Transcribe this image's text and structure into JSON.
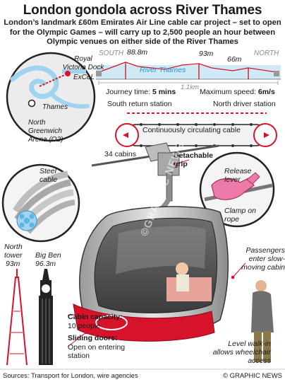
{
  "title": "London gondola across River Thames",
  "subtitle": "London’s landmark £60m Emirates Air Line cable car project – set to open for the Olympic Games – will carry up to 2,500 people an hour between Olympic venues on either side of the River Thames",
  "profile": {
    "south": "SOUTH",
    "north": "NORTH",
    "height_south": "88.8m",
    "height_mid": "93m",
    "height_north": "66m",
    "river": "River Thames",
    "length": "1.1km"
  },
  "map": {
    "dock": "Royal Victoria Dock",
    "excel": "ExCeL",
    "thames": "Thames",
    "arena": "North Greenwich Arena (O2)"
  },
  "stats": {
    "journey_label": "Journey time:",
    "journey_value": "5 mins",
    "speed_label": "Maximum speed:",
    "speed_value": "6m/s"
  },
  "stations": {
    "south": "South return station",
    "north": "North driver station",
    "cable": "Continuously circulating cable",
    "cabins": "34 cabins"
  },
  "labels": {
    "grip": "Detachable grip",
    "steel": "Steel cable",
    "release": "Release lever",
    "clamp": "Clamp on rope",
    "tower_name": "North tower",
    "tower_height": "93m",
    "bigben_name": "Big Ben",
    "bigben_height": "96.3m",
    "passengers": "Passengers enter slow-moving cabin",
    "capacity_label": "Cabin capacity:",
    "capacity_value": "10 people",
    "doors_label": "Sliding doors:",
    "doors_value": "Open on entering station",
    "walkin": "Level walk-in allows wheelchair access"
  },
  "watermark": "©GRAPHIC NEWS",
  "footer": {
    "sources": "Sources: Transport for London, wire agencies",
    "credit": "© GRAPHIC NEWS"
  },
  "colors": {
    "accent_red": "#d6132b",
    "water_blue": "#9fd3ef",
    "thames_text": "#2a93d5"
  }
}
